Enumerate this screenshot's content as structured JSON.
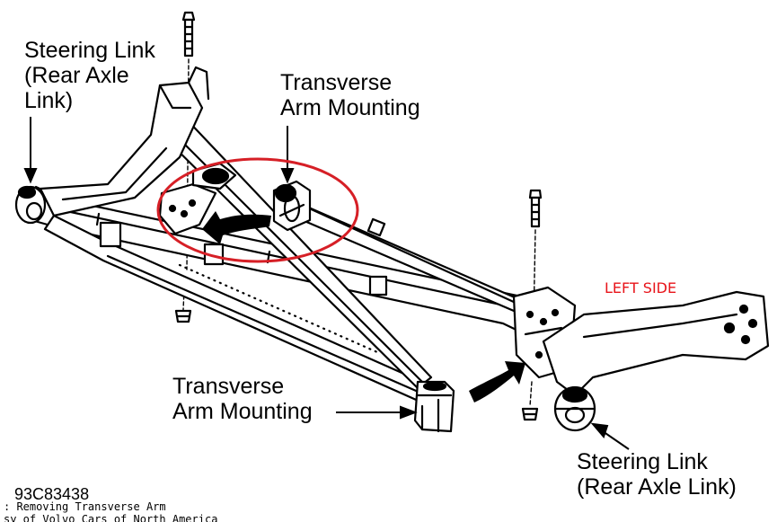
{
  "labels": {
    "steering_link_rear_axle_left": [
      "Steering Link",
      "(Rear Axle",
      "Link)"
    ],
    "transverse_arm_mounting_top": [
      "Transverse",
      "Arm Mounting"
    ],
    "transverse_arm_mounting_bottom": [
      "Transverse",
      "Arm Mounting"
    ],
    "steering_link_rear_axle_right": [
      "Steering Link",
      "(Rear Axle Link)"
    ],
    "left_side": "LEFT SIDE",
    "figure_code": "93C83438"
  },
  "caption": {
    "line1": ":  Removing Transverse Arm",
    "line2": "sy of Volvo Cars of North America"
  },
  "colors": {
    "highlight_circle": "#d61f26",
    "left_side_text": "#e8141a",
    "line_art": "#000000"
  }
}
